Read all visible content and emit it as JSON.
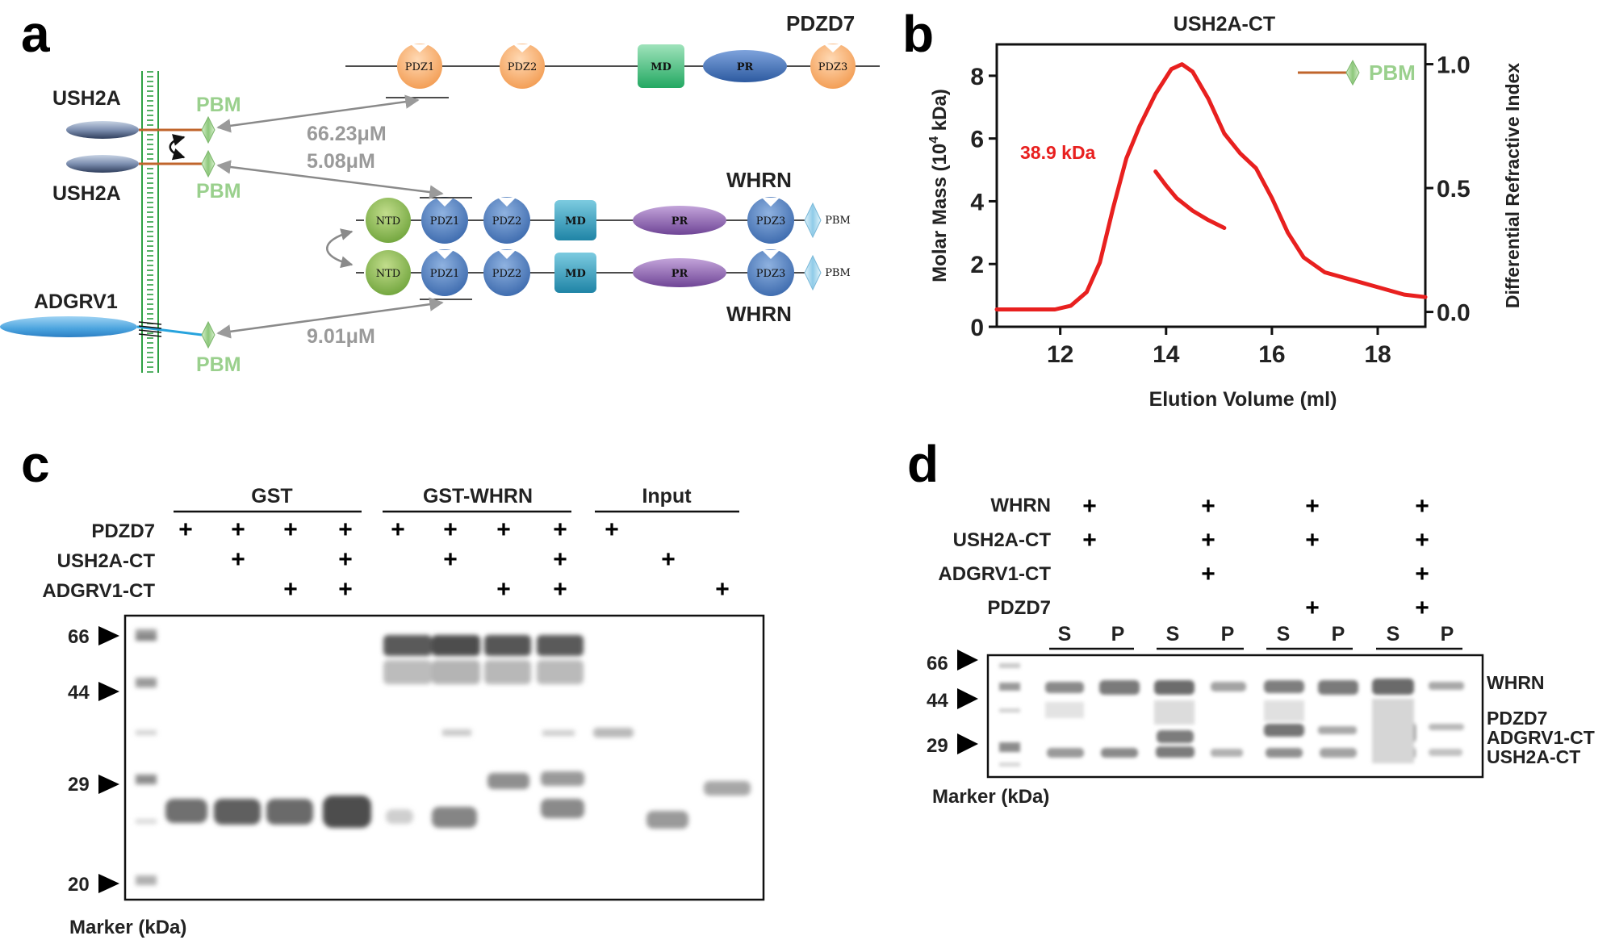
{
  "panels": {
    "a": "a",
    "b": "b",
    "c": "c",
    "d": "d"
  },
  "panel_a": {
    "proteins": {
      "ush2a_top": "USH2A",
      "ush2a_bottom": "USH2A",
      "adgrv1": "ADGRV1",
      "pdzd7": "PDZD7",
      "whrn_top": "WHRN",
      "whrn_bottom": "WHRN"
    },
    "pbm_labels": {
      "top": "PBM",
      "middle": "PBM",
      "bottom": "PBM",
      "whrn": "PBM"
    },
    "pdzd7_domains": {
      "pdz1": "PDZ1",
      "pdz2": "PDZ2",
      "md": "MD",
      "pr": "PR",
      "pdz3": "PDZ3"
    },
    "whrn_domains": {
      "ntd": "NTD",
      "pdz1": "PDZ1",
      "pdz2": "PDZ2",
      "md": "MD",
      "pr": "PR",
      "pdz3": "PDZ3"
    },
    "affinities": {
      "ush2a_pdzd7": "66.23μM",
      "ush2a_whrn": "5.08μM",
      "adgrv1_whrn": "9.01μM"
    },
    "colors": {
      "pdzd7": "#f5a55f",
      "whrn": "#4a78b8",
      "md_pdzd7": "#3cbf7a",
      "md_whrn": "#2a9ab8",
      "pr_pdzd7": "#3e6fb5",
      "pr_whrn": "#8a5aa8",
      "ntd": "#7cae3f",
      "pbm": "#9ad08d",
      "membrane": "#2ea043"
    }
  },
  "panel_b": {
    "title": "USH2A-CT",
    "mass_label": "38.9 kDa",
    "legend": "PBM",
    "xlabel": "Elution Volume (ml)",
    "ylabel_left_pre": "Molar Mass (10",
    "ylabel_left_sup": "4",
    "ylabel_left_post": " kDa)",
    "ylabel_right": "Differential Refractive Index",
    "chart_data": {
      "type": "line",
      "xlim": [
        10.8,
        18.9
      ],
      "ylim_left": [
        0,
        9
      ],
      "ylim_right": [
        -0.06,
        1.08
      ],
      "xticks": [
        "12",
        "14",
        "16",
        "18"
      ],
      "yticks_left": [
        "0",
        "2",
        "4",
        "6",
        "8"
      ],
      "yticks_right": [
        "0.0",
        "0.5",
        "1.0"
      ],
      "series": [
        {
          "axis": "right",
          "color": "#e8201f",
          "x": [
            10.8,
            11.5,
            11.9,
            12.2,
            12.5,
            12.75,
            13.0,
            13.25,
            13.5,
            13.8,
            14.1,
            14.3,
            14.5,
            14.8,
            15.1,
            15.4,
            15.7,
            16.0,
            16.3,
            16.6,
            17.0,
            17.5,
            18.0,
            18.5,
            18.9
          ],
          "y": [
            0.01,
            0.01,
            0.01,
            0.025,
            0.08,
            0.2,
            0.42,
            0.62,
            0.75,
            0.88,
            0.98,
            1.0,
            0.97,
            0.86,
            0.72,
            0.64,
            0.58,
            0.46,
            0.32,
            0.22,
            0.16,
            0.13,
            0.1,
            0.07,
            0.06
          ]
        },
        {
          "axis": "left",
          "color": "#e8201f",
          "x": [
            13.8,
            14.0,
            14.2,
            14.5,
            14.8,
            15.1
          ],
          "y": [
            4.95,
            4.5,
            4.1,
            3.7,
            3.4,
            3.15
          ]
        }
      ]
    }
  },
  "panel_c": {
    "groups": [
      "GST",
      "GST-WHRN",
      "Input"
    ],
    "row_labels": [
      "PDZD7",
      "USH2A-CT",
      "ADGRV1-CT"
    ],
    "signs": [
      [
        "+",
        "+",
        "+",
        "+",
        "+",
        "+",
        "+",
        "+",
        "+",
        "",
        ""
      ],
      [
        "",
        "+",
        "",
        "+",
        "",
        "+",
        "",
        "+",
        "",
        "+",
        ""
      ],
      [
        "",
        "",
        "+",
        "+",
        "",
        "",
        "+",
        "+",
        "",
        "",
        "+"
      ]
    ],
    "markers": [
      "66",
      "44",
      "29",
      "20"
    ],
    "marker_caption": "Marker (kDa)"
  },
  "panel_d": {
    "row_labels": [
      "WHRN",
      "USH2A-CT",
      "ADGRV1-CT",
      "PDZD7"
    ],
    "signs": [
      [
        "+",
        "+",
        "+",
        "+"
      ],
      [
        "+",
        "+",
        "+",
        "+"
      ],
      [
        "",
        "+",
        "",
        "+"
      ],
      [
        "",
        "",
        "+",
        "+"
      ]
    ],
    "lanes": [
      "S",
      "P",
      "S",
      "P",
      "S",
      "P",
      "S",
      "P"
    ],
    "markers": [
      "66",
      "44",
      "29"
    ],
    "band_labels": [
      "WHRN",
      "PDZD7",
      "ADGRV1-CT",
      "USH2A-CT"
    ],
    "marker_caption": "Marker (kDa)"
  }
}
